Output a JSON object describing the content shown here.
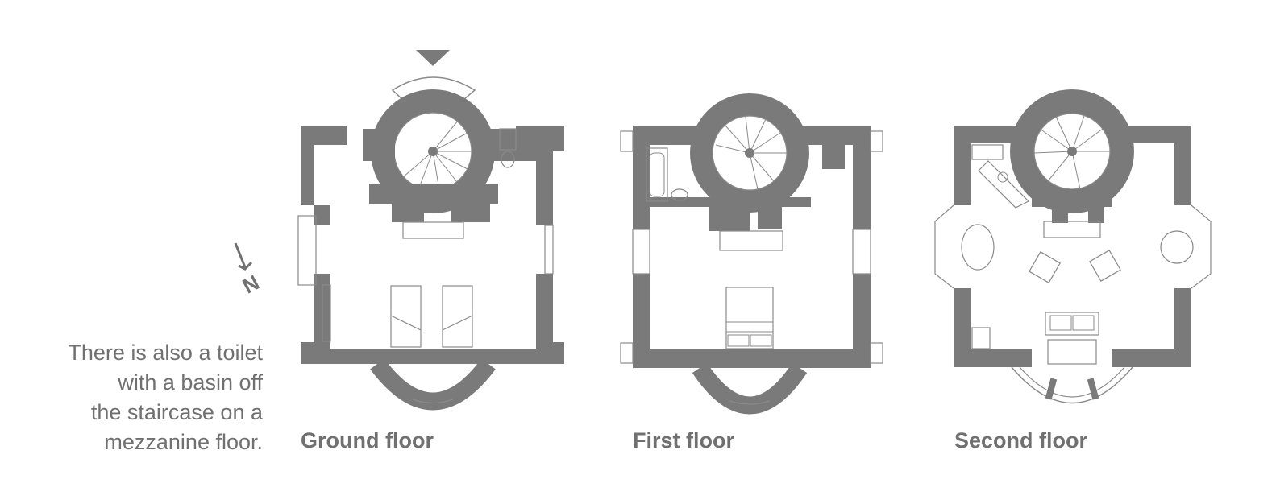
{
  "note": {
    "lines": [
      "There is also a toilet",
      "with a basin off",
      "the staircase on a",
      "mezzanine floor."
    ]
  },
  "compass": {
    "letter": "N",
    "icon": "north-arrow-icon"
  },
  "floors": [
    {
      "label": "Ground floor"
    },
    {
      "label": "First floor"
    },
    {
      "label": "Second floor"
    }
  ],
  "colors": {
    "wall": "#7a7a7a",
    "line": "#8a8a8a",
    "text": "#707070"
  }
}
